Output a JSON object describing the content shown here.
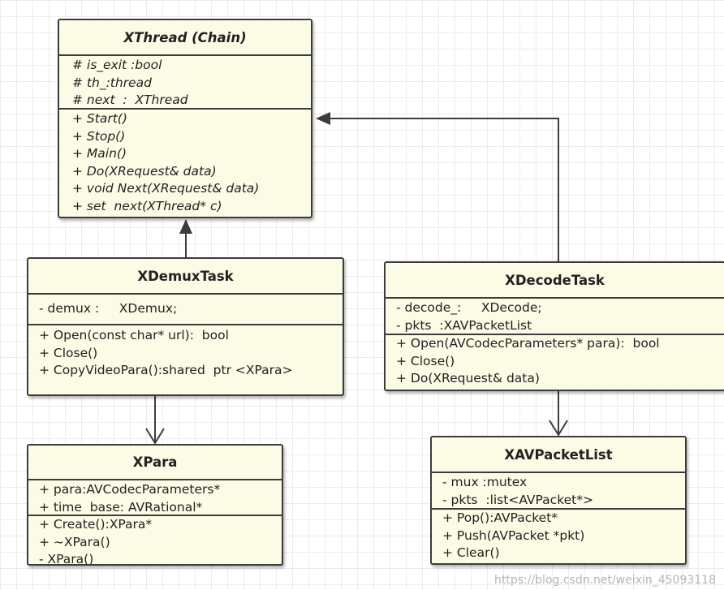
{
  "classes": {
    "xthread": {
      "title": "XThread  (Chain)",
      "attributes": [
        "# is_exit :bool",
        "# th_:thread",
        "# next  :  XThread"
      ],
      "methods": [
        "+ Start()",
        "+ Stop()",
        "+ Main()",
        "+ Do(XRequest& data)",
        "+ void Next(XRequest& data)",
        "+ set  next(XThread* c)"
      ]
    },
    "xdemuxtask": {
      "title": "XDemuxTask",
      "attributes": [
        "- demux :     XDemux;"
      ],
      "methods": [
        "+ Open(const char* url):  bool",
        "+ Close()",
        "+ CopyVideoPara():shared  ptr <XPara>"
      ]
    },
    "xdecodetask": {
      "title": "XDecodeTask",
      "attributes": [
        "- decode_:     XDecode;",
        "- pkts  :XAVPacketList"
      ],
      "methods": [
        "+ Open(AVCodecParameters* para):  bool",
        "+ Close()",
        "+ Do(XRequest& data)"
      ]
    },
    "xpara": {
      "title": "XPara",
      "attributes": [
        "+ para:AVCodecParameters*",
        "+ time  base: AVRational*"
      ],
      "methods": [
        "+ Create():XPara*",
        "+ ~XPara()",
        "- XPara()"
      ]
    },
    "xavpacketlist": {
      "title": "XAVPacketList",
      "attributes": [
        "- mux :mutex",
        "- pkts  :list<AVPacket*>"
      ],
      "methods": [
        "+ Pop():AVPacket*",
        "+ Push(AVPacket *pkt)",
        "+ Clear()"
      ]
    }
  },
  "relations": [
    {
      "from": "XDemuxTask",
      "to": "XThread",
      "kind": "generalization"
    },
    {
      "from": "XDecodeTask",
      "to": "XThread",
      "kind": "generalization"
    },
    {
      "from": "XDemuxTask",
      "to": "XPara",
      "kind": "association"
    },
    {
      "from": "XDecodeTask",
      "to": "XAVPacketList",
      "kind": "association"
    }
  ],
  "watermark": "https://blog.csdn.net/weixin_45093118"
}
